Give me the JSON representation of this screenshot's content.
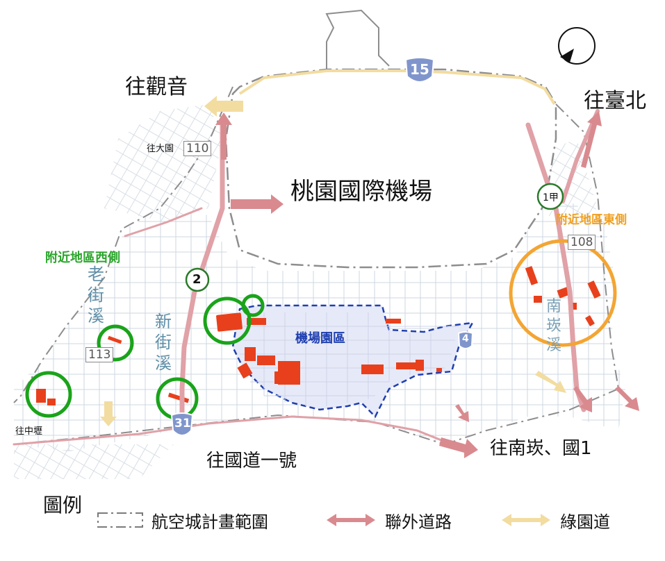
{
  "title": "桃園國際機場",
  "destinations": {
    "guanyin": "往觀音",
    "taipei": "往臺北",
    "dayuan": "往大園",
    "zhongli": "往中壢",
    "freeway1": "往國道一號",
    "nankan": "往南崁、國1"
  },
  "areas": {
    "west": "附近地區西側",
    "east": "附近地區東側",
    "park": "機場園區"
  },
  "streams": {
    "lao": "老街溪",
    "xin": "新街溪",
    "nankan": "南崁溪"
  },
  "routes": {
    "fwy15": "15",
    "prov2": "2",
    "prov31": "31",
    "prov4": "4",
    "prov1a": "1甲",
    "county110": "110",
    "county113": "113",
    "county108": "108"
  },
  "legend": {
    "title": "圖例",
    "boundary": "航空城計畫範圍",
    "roads": "聯外道路",
    "greenway": "綠園道"
  },
  "colors": {
    "road_arrow": "#d98a8f",
    "greenway": "#f2dca0",
    "west_circle": "#1aa31a",
    "east_circle": "#f3a533",
    "park_boundary": "#1f3fb0",
    "park_fill": "#e7eaf8",
    "sites": "#e8401c",
    "boundary_line": "#888888",
    "badge_fill": "#7f95cc"
  },
  "icons": {
    "north": "north-arrow-icon"
  }
}
